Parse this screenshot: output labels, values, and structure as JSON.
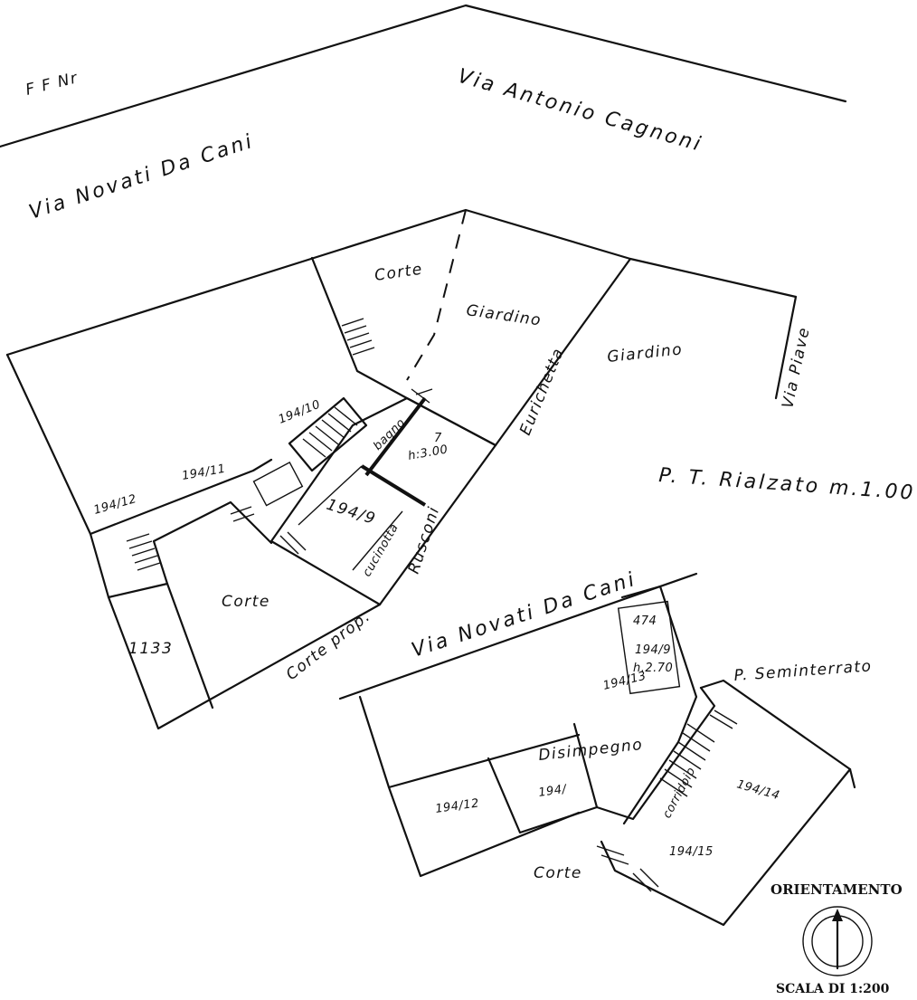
{
  "streets": {
    "top_left": "F F Nr",
    "via_antonio_cagnoni": "Via Antonio Cagnoni",
    "via_novati_top": "Via Novati Da Cani",
    "via_piave": "Via Piave",
    "via_novati_bottom": "Via Novati Da Cani"
  },
  "ground_floor": {
    "label": "P. T. Rialzato m.1.00",
    "rooms": {
      "corte_top": "Corte",
      "giardino_1": "Giardino",
      "giardino_2": "Giardino",
      "eurichetta": "Eurichetta",
      "parcel_194_10": "194/10",
      "parcel_194_11": "194/11",
      "parcel_194_12": "194/12",
      "parcel_194_9": "194/9",
      "parcel_1133": "1133",
      "corte_left": "Corte",
      "corte_prop": "Corte prop.",
      "h_label": "7",
      "height": "h:3.00",
      "cucinotta": "cucinotta",
      "rusconi": "Rusconi",
      "bagno": "bagno"
    }
  },
  "basement": {
    "label": "P. Seminterrato",
    "rooms": {
      "disimpegno": "Disimpegno",
      "parcel_194_12": "194/12",
      "parcel_194": "194/",
      "parcel_194_13": "194/13",
      "parcel_194_9": "194/9",
      "parcel_194_9_h": "h.2.70",
      "parcel_top": "474",
      "corridoio": "corridoio",
      "parcel_194_14": "194/14",
      "parcel_194_15": "194/15",
      "corte": "Corte"
    }
  },
  "orientation": {
    "title": "ORIENTAMENTO"
  },
  "scale": {
    "label": "SCALA DI 1:200"
  }
}
